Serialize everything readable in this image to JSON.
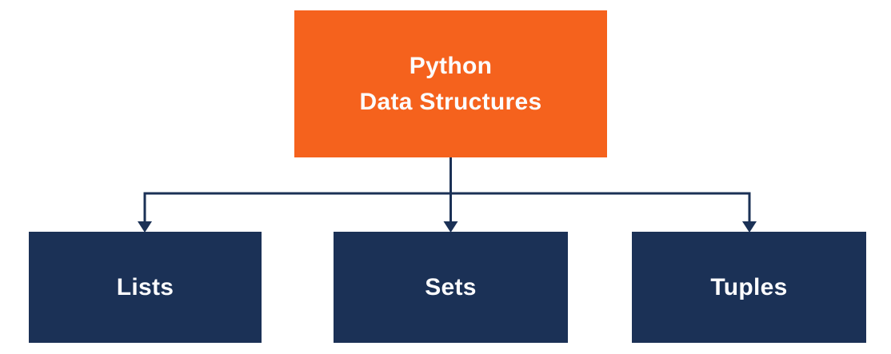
{
  "diagram": {
    "root": {
      "label": "Python\nData Structures"
    },
    "children": [
      {
        "label": "Lists"
      },
      {
        "label": "Sets"
      },
      {
        "label": "Tuples"
      }
    ]
  },
  "colors": {
    "node_primary": "#F5621D",
    "node_secondary": "#1B3156",
    "connector": "#1B3156",
    "label_text": "#FCFCFE",
    "canvas_background": "#FFFFFF"
  }
}
